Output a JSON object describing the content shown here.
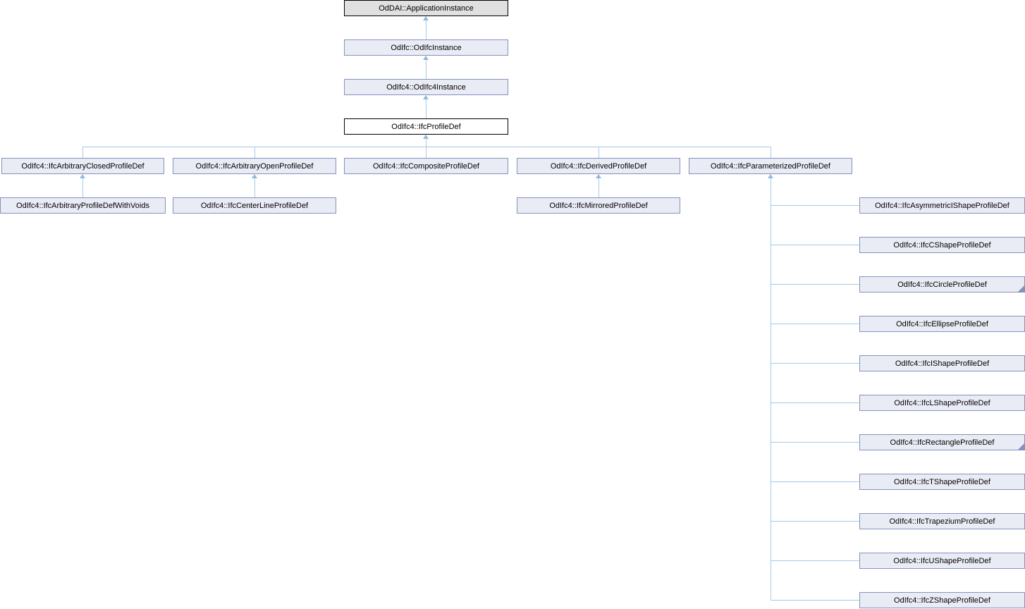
{
  "colors": {
    "node_fill": "#eaecf5",
    "node_border": "#8492bc",
    "root_fill": "#e0e0e0",
    "root_border": "#000000",
    "current_fill": "#ffffff",
    "current_border": "#000000",
    "edge": "#a3cbe5",
    "arrowhead": "#94b8d8"
  },
  "nodes": [
    {
      "label": "OdDAI::ApplicationInstance"
    },
    {
      "label": "OdIfc::OdIfcInstance"
    },
    {
      "label": "OdIfc4::OdIfc4Instance"
    },
    {
      "label": "OdIfc4::IfcProfileDef"
    },
    {
      "label": "OdIfc4::IfcArbitraryClosedProfileDef"
    },
    {
      "label": "OdIfc4::IfcArbitraryOpenProfileDef"
    },
    {
      "label": "OdIfc4::IfcCompositeProfileDef"
    },
    {
      "label": "OdIfc4::IfcDerivedProfileDef"
    },
    {
      "label": "OdIfc4::IfcParameterizedProfileDef"
    },
    {
      "label": "OdIfc4::IfcArbitraryProfileDefWithVoids"
    },
    {
      "label": "OdIfc4::IfcCenterLineProfileDef"
    },
    {
      "label": "OdIfc4::IfcMirroredProfileDef"
    },
    {
      "label": "OdIfc4::IfcAsymmetricIShapeProfileDef"
    },
    {
      "label": "OdIfc4::IfcCShapeProfileDef"
    },
    {
      "label": "OdIfc4::IfcCircleProfileDef"
    },
    {
      "label": "OdIfc4::IfcEllipseProfileDef"
    },
    {
      "label": "OdIfc4::IfcIShapeProfileDef"
    },
    {
      "label": "OdIfc4::IfcLShapeProfileDef"
    },
    {
      "label": "OdIfc4::IfcRectangleProfileDef"
    },
    {
      "label": "OdIfc4::IfcTShapeProfileDef"
    },
    {
      "label": "OdIfc4::IfcTrapeziumProfileDef"
    },
    {
      "label": "OdIfc4::IfcUShapeProfileDef"
    },
    {
      "label": "OdIfc4::IfcZShapeProfileDef"
    }
  ]
}
